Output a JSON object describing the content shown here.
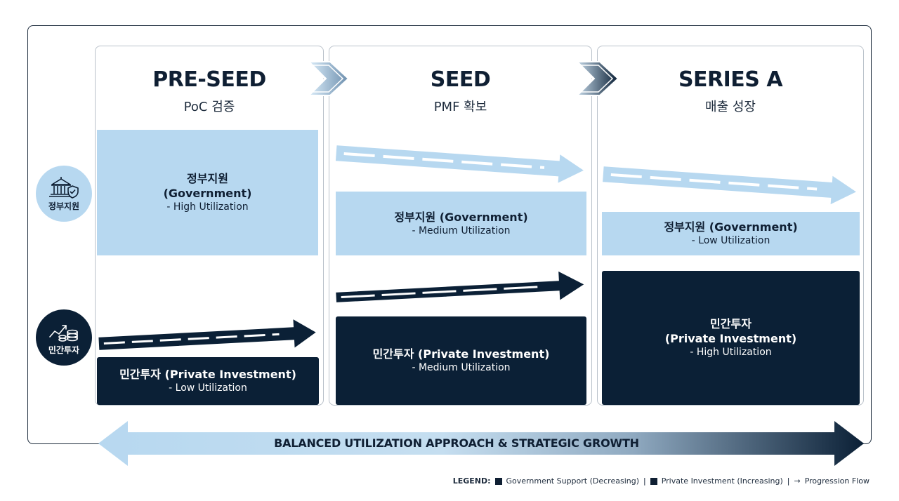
{
  "stages": [
    {
      "title": "PRE-SEED",
      "subtitle": "PoC 검증"
    },
    {
      "title": "SEED",
      "subtitle": "PMF 확보"
    },
    {
      "title": "SERIES A",
      "subtitle": "매출 성장"
    }
  ],
  "side_labels": {
    "government": {
      "label": "정부지원",
      "icon": "government-building-shield-icon"
    },
    "private": {
      "label": "민간투자",
      "icon": "growth-chart-coins-icon"
    }
  },
  "cells": {
    "gov": [
      {
        "title_lines": [
          "정부지원",
          "(Government)"
        ],
        "sub": "- High Utilization"
      },
      {
        "title_lines": [
          "정부지원 (Government)"
        ],
        "sub": "- Medium Utilization"
      },
      {
        "title_lines": [
          "정부지원 (Government)"
        ],
        "sub": "- Low Utilization"
      }
    ],
    "priv": [
      {
        "title_lines": [
          "민간투자 (Private Investment)"
        ],
        "sub": "- Low Utilization"
      },
      {
        "title_lines": [
          "민간투자 (Private Investment)"
        ],
        "sub": "- Medium Utilization"
      },
      {
        "title_lines": [
          "민간투자",
          "(Private Investment)"
        ],
        "sub": "- High Utilization"
      }
    ]
  },
  "banner": "BALANCED UTILIZATION APPROACH & STRATEGIC GROWTH",
  "legend": {
    "title": "LEGEND:",
    "items": [
      "Government Support (Decreasing)",
      "Private Investment (Increasing)"
    ],
    "flow": "Progression Flow",
    "flow_glyph": "→",
    "separator": "|"
  },
  "colors": {
    "government": "#b7d8f0",
    "private": "#0b2036",
    "text_dark": "#0f1f33",
    "border": "#b9c1ca"
  }
}
